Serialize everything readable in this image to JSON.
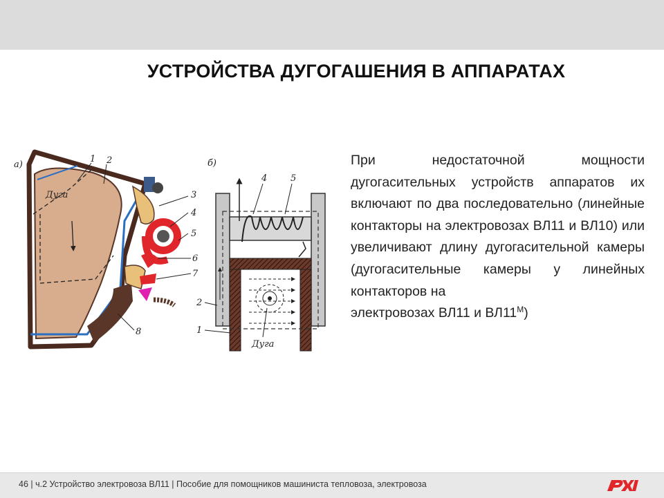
{
  "slide": {
    "title": "УСТРОЙСТВА  ДУГОГАШЕНИЯ  В АППАРАТАХ",
    "paragraph_main": "При недостаточной мощности дугогасительных устройств аппаратов их включают по два последовательно (линейные контакторы на электровозах ВЛ11 и ВЛ10) или увеличивают длину дугогасительной камеры (дугогасительные камеры у линейных контакторов на",
    "paragraph_tail": "электровозах ВЛ11 и ВЛ11",
    "paragraph_sup": "М",
    "paragraph_close": ")"
  },
  "figure": {
    "label_a": "а)",
    "label_b": "б)",
    "arc_label_a": "Дуга",
    "arc_label_b": "Дуга",
    "a_numbers": [
      "1",
      "2",
      "3",
      "4",
      "5",
      "6",
      "7",
      "8"
    ],
    "b_numbers": [
      "4",
      "5",
      "2",
      "1"
    ]
  },
  "footer": {
    "text": "46 | ч.2 Устройство электровоза ВЛ11 | Пособие для помощников машиниста тепловоза, электровоза",
    "logo": "rzd-logo"
  },
  "colors": {
    "accent_red": "#e0262a",
    "frame_brown": "#5a3628",
    "fill_tan": "#d8ad8e",
    "blue_line": "#2a6fc2"
  }
}
